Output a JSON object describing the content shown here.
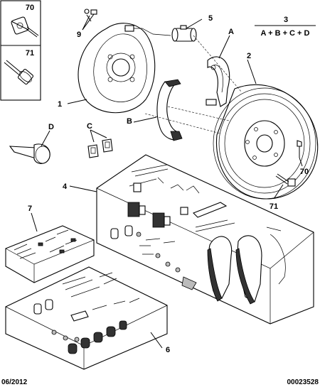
{
  "callouts": {
    "c70": "70",
    "c71": "71",
    "c9": "9",
    "c5": "5",
    "c3": "3",
    "formula": "A + B + C + D",
    "cA": "A",
    "c2": "2",
    "c1": "1",
    "cB": "B",
    "cD": "D",
    "cC": "C",
    "c70b": "70",
    "c71b": "71",
    "c4": "4",
    "c7": "7",
    "c6": "6"
  },
  "footer": {
    "date": "06/2012",
    "ref": "00023528"
  }
}
